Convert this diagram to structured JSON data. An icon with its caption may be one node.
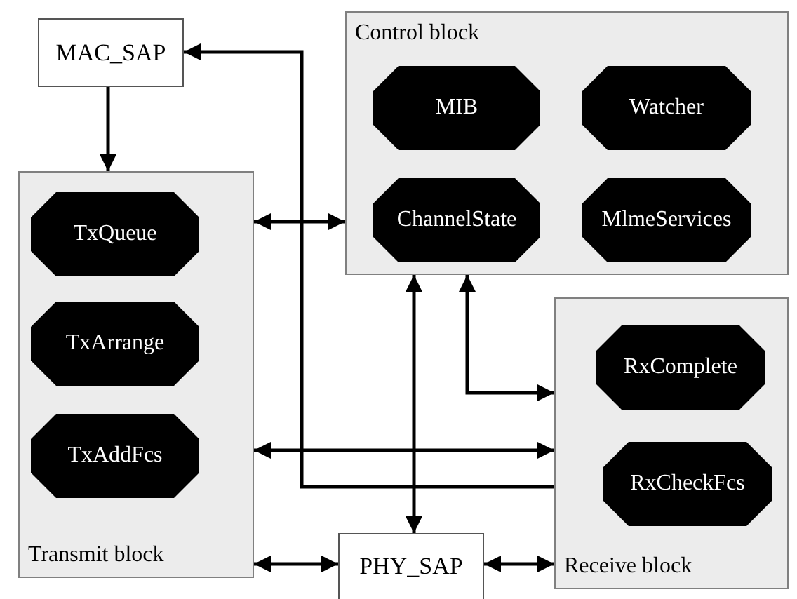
{
  "diagram": {
    "nodes": [
      {
        "text": [
          "MAC_SAP"
        ]
      },
      {
        "text": [
          "Control block"
        ]
      },
      {
        "text": [
          "MIB"
        ],
        "in": 1
      },
      {
        "text": [
          "Watcher"
        ],
        "in": 1
      },
      {
        "text": [
          "ChannelState"
        ],
        "in": 1
      },
      {
        "text": [
          "MlmeServices"
        ],
        "in": 1
      },
      {
        "text": [
          "Transmit block"
        ]
      },
      {
        "text": [
          "TxQueue"
        ],
        "in": 6
      },
      {
        "text": [
          "TxArrange"
        ],
        "in": 6
      },
      {
        "text": [
          "TxAddFcs"
        ],
        "in": 6
      },
      {
        "text": [
          "Receive block"
        ]
      },
      {
        "text": [
          "RxComplete"
        ],
        "in": 10
      },
      {
        "text": [
          "RxCheckFcs"
        ],
        "in": 10
      },
      {
        "text": [
          "PHY_SAP"
        ]
      }
    ],
    "edges": [
      {
        "from": 0,
        "to": 6,
        "arrow": "to"
      },
      {
        "from": 6,
        "to": 1,
        "arrow": "both"
      },
      {
        "from": 10,
        "to": 0,
        "arrow": "to"
      },
      {
        "from": 1,
        "to": 13,
        "arrow": "both"
      },
      {
        "from": 1,
        "to": 10,
        "arrow": "both"
      },
      {
        "from": 6,
        "to": 10,
        "arrow": "both"
      },
      {
        "from": 6,
        "to": 13,
        "arrow": "both"
      },
      {
        "from": 13,
        "to": 10,
        "arrow": "both"
      }
    ]
  }
}
